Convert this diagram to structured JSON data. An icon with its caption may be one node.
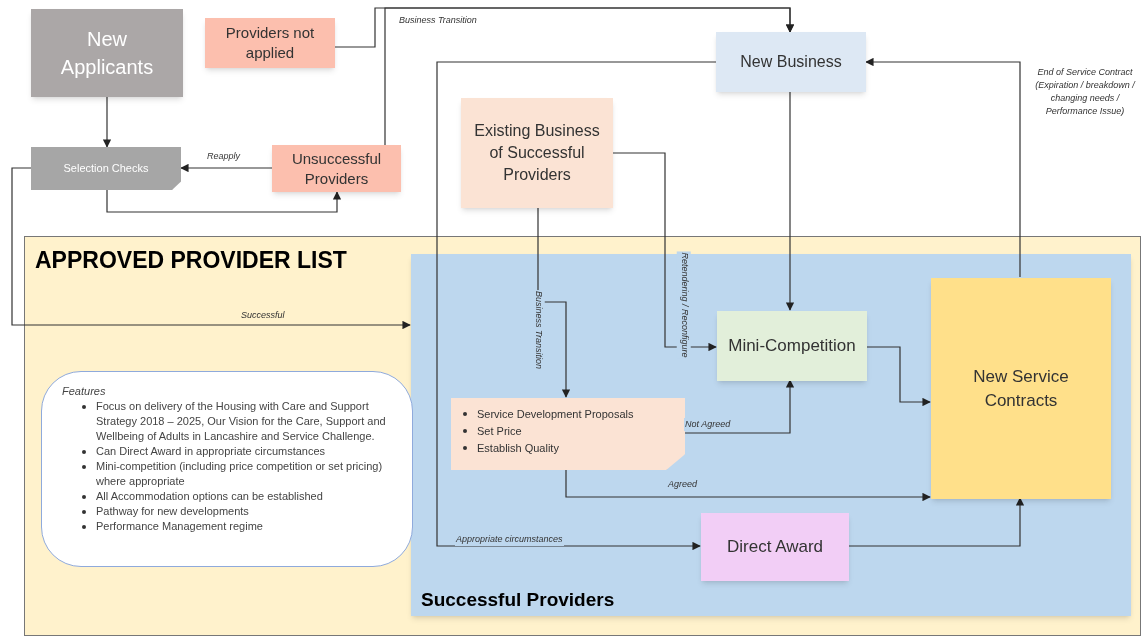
{
  "diagram": {
    "nodes": [
      {
        "text": [
          "New Applicants"
        ]
      },
      {
        "text": [
          "Providers not applied"
        ]
      },
      {
        "text": [
          "Selection Checks"
        ]
      },
      {
        "text": [
          "Unsuccessful Providers"
        ]
      },
      {
        "text": [
          "New Business"
        ]
      },
      {
        "text": [
          "Existing Business of Successful Providers"
        ]
      },
      {
        "text": [
          "APPROVED PROVIDER LIST"
        ]
      },
      {
        "text": [
          "Features",
          "Focus on delivery of the Housing with Care and Support Strategy 2018 – 2025, Our Vision for the Care, Support and Wellbeing of Adults in Lancashire and Service Challenge.",
          "Can Direct Award in appropriate circumstances",
          "Mini-competition (including price competition or set pricing) where appropriate",
          "All Accommodation options can be established",
          "Pathway for new developments",
          "Performance Management regime"
        ],
        "in": 6
      },
      {
        "text": [
          "Successful Providers"
        ],
        "in": 6
      },
      {
        "text": [
          "Mini-Competition"
        ],
        "in": 8
      },
      {
        "text": [
          "Service Development Proposals",
          "Set Price",
          "Establish Quality"
        ],
        "in": 8
      },
      {
        "text": [
          "New Service Contracts"
        ],
        "in": 8
      },
      {
        "text": [
          "Direct Award"
        ],
        "in": 8
      }
    ],
    "edges": [
      {
        "from": 0,
        "to": 2,
        "arrow": "to"
      },
      {
        "from": 2,
        "to": 3,
        "arrow": "to"
      },
      {
        "from": 3,
        "to": 2,
        "arrow": "to",
        "label": "Reapply"
      },
      {
        "from": 1,
        "to": 4,
        "arrow": "to",
        "label": "Business Transition"
      },
      {
        "from": 3,
        "to": 4,
        "arrow": "to"
      },
      {
        "from": 2,
        "to": 8,
        "arrow": "to",
        "label": "Successful"
      },
      {
        "from": 4,
        "to": 12,
        "arrow": "to",
        "label": "Appropriate circumstances"
      },
      {
        "from": 4,
        "to": 9,
        "arrow": "to"
      },
      {
        "from": 5,
        "to": 10,
        "arrow": "to",
        "label": "Business Transition"
      },
      {
        "from": 5,
        "to": 9,
        "arrow": "to",
        "label": "Retendering / Reconfigure"
      },
      {
        "from": 10,
        "to": 9,
        "arrow": "to",
        "label": "Not Agreed"
      },
      {
        "from": 10,
        "to": 11,
        "arrow": "to",
        "label": "Agreed"
      },
      {
        "from": 9,
        "to": 11,
        "arrow": "to"
      },
      {
        "from": 12,
        "to": 11,
        "arrow": "to"
      },
      {
        "from": 11,
        "to": 4,
        "arrow": "to",
        "label": "End of Service Contract (Expiration / breakdown / changing needs / Performance Issue)"
      }
    ]
  }
}
